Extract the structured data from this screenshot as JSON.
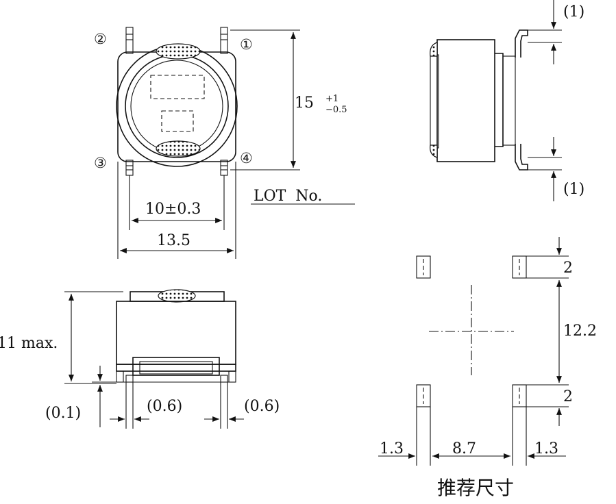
{
  "top_view": {
    "pins": [
      "②",
      "①",
      "③",
      "④"
    ],
    "dim_height_main": "15",
    "dim_height_tol_plus": "+1",
    "dim_height_tol_minus": "−0.5",
    "dim_pin_pitch": "10±0.3",
    "dim_width": "13.5",
    "lot_label": "LOT  No."
  },
  "side_view_right": {
    "dim_top": "(1)",
    "dim_bottom": "(1)"
  },
  "side_view_bottom": {
    "dim_height": "11 max.",
    "dim_gap": "(0.1)",
    "dim_pad_left": "(0.6)",
    "dim_pad_right": "(0.6)"
  },
  "footprint": {
    "dim_pad_top": "2",
    "dim_pad_span": "12.2",
    "dim_pad_bottom": "2",
    "dim_left": "1.3",
    "dim_center": "8.7",
    "dim_right": "1.3",
    "caption": "推荐尺寸"
  }
}
